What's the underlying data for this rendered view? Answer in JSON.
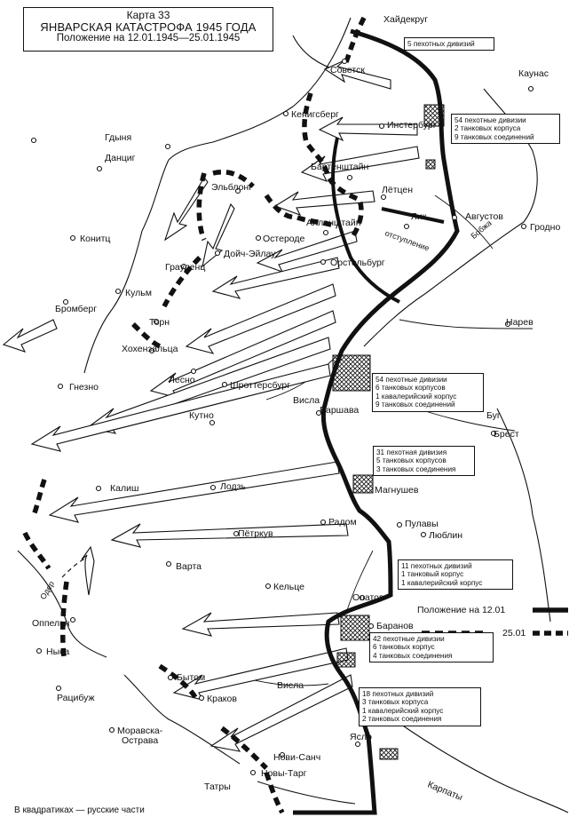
{
  "header": {
    "map_number": "Карта 33",
    "title": "ЯНВАРСКАЯ КАТАСТРОФА 1945 ГОДА",
    "period": "Положение на 12.01.1945—25.01.1945"
  },
  "places": {
    "haydekrug": "Хайдекруг",
    "sovetsk": "Советск",
    "kaunas": "Каунас",
    "kenigsberg": "Кенигсберг",
    "insterburg": "Инстербург",
    "gdynya": "Гдыня",
    "dantsig": "Данциг",
    "bartenshtayn": "Бартенштайн",
    "elblong": "Эльблонг",
    "lettsen": "Лётцен",
    "avgustov": "Августов",
    "grodno": "Гродно",
    "konits": "Конитц",
    "allenshtayn": "Алленштайн",
    "lik": "Лик",
    "osterode": "Остероде",
    "doych_eylau": "Дойч-Эйлау",
    "ortelsburg": "Орстельбург",
    "graudents": "Грауденц",
    "kulm": "Кульм",
    "bromberg": "Бромберг",
    "torn": "Торн",
    "narev": "Нарев",
    "hohenzaltsa": "Хохензальца",
    "gnezno": "Гнезно",
    "lesno": "Лесно",
    "shrottersburg": "Шроттерсбург",
    "visla_north": "Висла",
    "varshava": "Варшава",
    "bug": "Буг",
    "kutno": "Кутно",
    "brest": "Брест",
    "kalish": "Калиш",
    "lodz": "Лодзь",
    "magnushev": "Магнушев",
    "radom": "Радом",
    "pulavy": "Пулавы",
    "lyublin": "Люблин",
    "pyotrkuv": "Пётркув",
    "varta": "Варта",
    "oder": "Одер",
    "oppeln": "Оппельн",
    "keltse": "Кельце",
    "opatov": "Опатов",
    "baranov": "Баранов",
    "nysa": "Ныса",
    "bytom": "Бытом",
    "ratsibuzh": "Рацибуж",
    "krakov": "Краков",
    "visla_south": "Висла",
    "moravska_ostrava": "Моравска-\nОстрава",
    "yaslo": "Ясло",
    "novi_sanch": "Нови-Санч",
    "novy_targ": "Новы-Тарг",
    "tatry": "Татры",
    "karpaty": "Карпаты",
    "bobzha": "Бобжа",
    "otstuplenie": "отступление"
  },
  "force_boxes": {
    "north_top": [
      "5 пехотных дивизий"
    ],
    "north_main": [
      "54 пехотные дивизии",
      "2 танковых корпуса",
      "9 танковых соединений"
    ],
    "warsaw": [
      "54 пехотные дивизии",
      "6 танковых корпусов",
      "1 кавалерийский корпус",
      "9 танковых соединений"
    ],
    "magnushev": [
      "31 пехотная дивизия",
      "5 танковых корпусов",
      "3 танковых соединения"
    ],
    "pulawy": [
      "11 пехотных дивизий",
      "1 танковый корпус",
      "1 кавалерийский корпус"
    ],
    "baranow": [
      "42 пехотные дивизии",
      "6 танковых корпус",
      "4 танковых соединения"
    ],
    "south": [
      "18 пехотных дивизий",
      "3 танковых корпуса",
      "1 кавалерийский корпус",
      "2 танковых соединения"
    ]
  },
  "legend": {
    "position_1201": "Положение на 12.01",
    "position_2501": "25.01",
    "note": "В квадратиках — русские части"
  },
  "colors": {
    "ink": "#111111",
    "paper": "#ffffff"
  }
}
